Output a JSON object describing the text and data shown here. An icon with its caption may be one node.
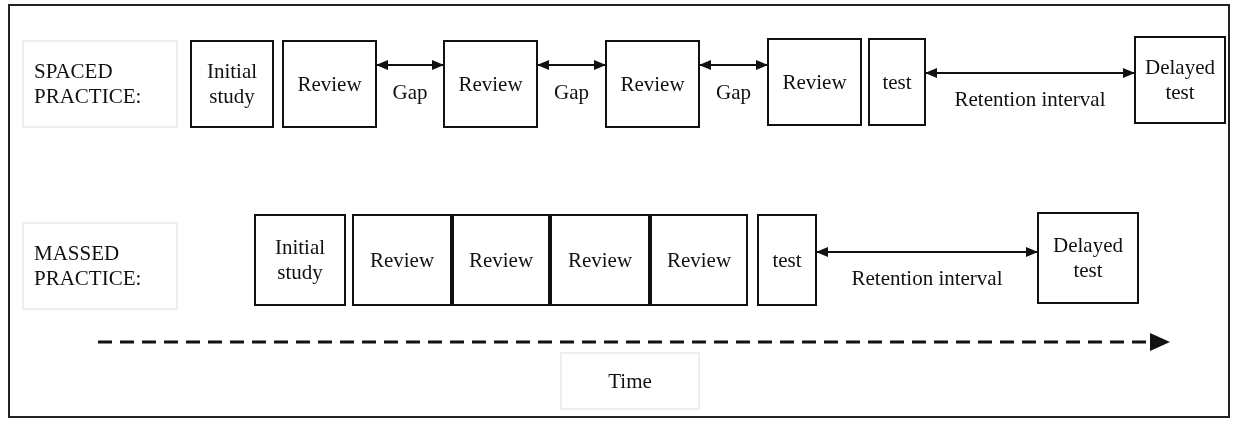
{
  "diagram": {
    "nodes": [
      {
        "text": [
          "Initial study"
        ]
      },
      {
        "text": [
          "Review"
        ]
      },
      {
        "text": [
          "Review"
        ]
      },
      {
        "text": [
          "Review"
        ]
      },
      {
        "text": [
          "Review"
        ]
      },
      {
        "text": [
          "test"
        ]
      },
      {
        "text": [
          "Delayed test"
        ]
      },
      {
        "text": [
          "Initial study"
        ]
      },
      {
        "text": [
          "Review"
        ]
      },
      {
        "text": [
          "Review"
        ]
      },
      {
        "text": [
          "Review"
        ]
      },
      {
        "text": [
          "Review"
        ]
      },
      {
        "text": [
          "test"
        ]
      },
      {
        "text": [
          "Delayed test"
        ]
      }
    ],
    "edges": [
      {
        "from": 1,
        "to": 2,
        "arrow": "both",
        "label": "Gap"
      },
      {
        "from": 2,
        "to": 3,
        "arrow": "both",
        "label": "Gap"
      },
      {
        "from": 3,
        "to": 4,
        "arrow": "both",
        "label": "Gap"
      },
      {
        "from": 5,
        "to": 6,
        "arrow": "both",
        "label": "Retention interval"
      },
      {
        "from": 12,
        "to": 13,
        "arrow": "both",
        "label": "Retention interval"
      }
    ],
    "labels": [
      "SPACED PRACTICE:",
      "MASSED PRACTICE:",
      "Time"
    ]
  }
}
